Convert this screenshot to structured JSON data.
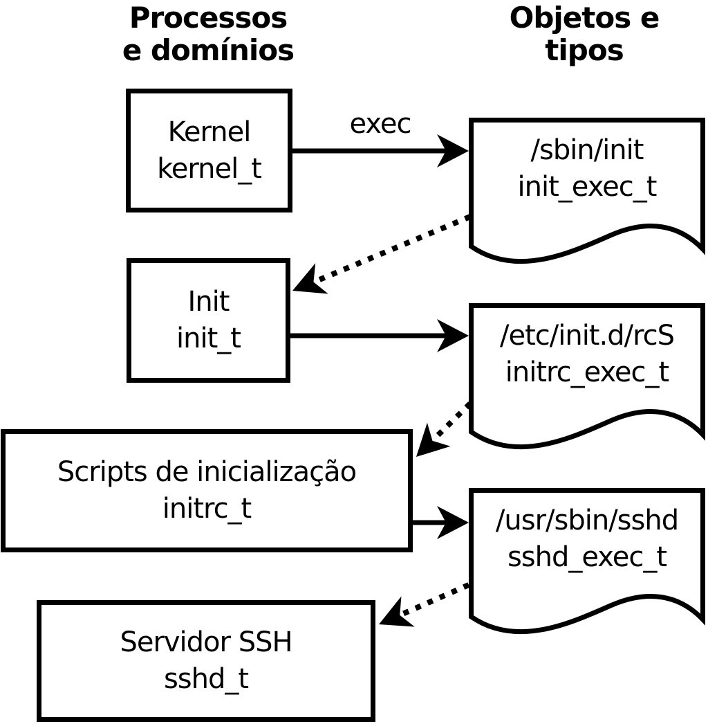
{
  "diagram": {
    "headers": {
      "left": {
        "line1": "Processos",
        "line2": "e domínios"
      },
      "right": {
        "line1": "Objetos e",
        "line2": "tipos"
      }
    },
    "processes": [
      {
        "name": "Kernel",
        "domain": "kernel_t"
      },
      {
        "name": "Init",
        "domain": "init_t"
      },
      {
        "name": "Scripts de inicialização",
        "domain": "initrc_t"
      },
      {
        "name": "Servidor SSH",
        "domain": "sshd_t"
      }
    ],
    "objects": [
      {
        "path": "/sbin/init",
        "type": "init_exec_t"
      },
      {
        "path": "/etc/init.d/rcS",
        "type": "initrc_exec_t"
      },
      {
        "path": "/usr/sbin/sshd",
        "type": "sshd_exec_t"
      }
    ],
    "labels": {
      "exec": "exec"
    },
    "edges": [
      {
        "from": "kernel_t",
        "to": "init_exec_t",
        "style": "solid",
        "label": "exec"
      },
      {
        "from": "init_exec_t",
        "to": "init_t",
        "style": "dotted",
        "label": ""
      },
      {
        "from": "init_t",
        "to": "initrc_exec_t",
        "style": "solid",
        "label": ""
      },
      {
        "from": "initrc_exec_t",
        "to": "initrc_t",
        "style": "dotted",
        "label": ""
      },
      {
        "from": "initrc_t",
        "to": "sshd_exec_t",
        "style": "solid",
        "label": ""
      },
      {
        "from": "sshd_exec_t",
        "to": "sshd_t",
        "style": "dotted",
        "label": ""
      }
    ],
    "colors": {
      "stroke": "#000000",
      "fill": "#ffffff"
    }
  }
}
